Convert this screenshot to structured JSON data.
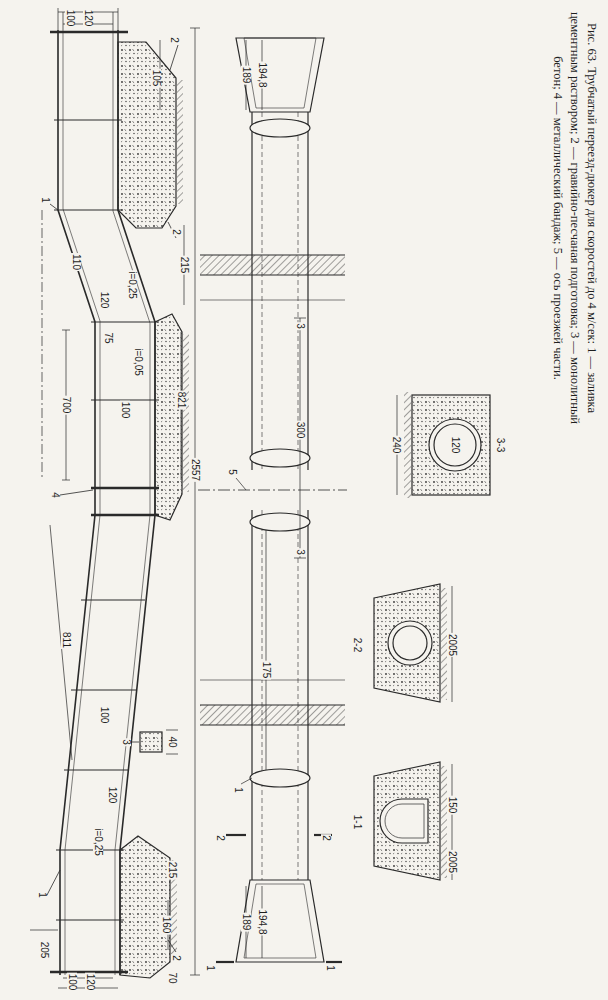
{
  "diagram": {
    "caption": "Рис. 63. Трубчатый переезд-дюкер для скоростей до 4 м/сек: 1 — заливка цементным раствором; 2 — гравийно-песчаная подготовка; 3 — монолитный бетон; 4 — металлический бандаж; 5 — ось проезжей части.",
    "labels": [
      "100",
      "120",
      "105",
      "2",
      "1",
      "2",
      "215",
      "110",
      "120",
      "i=0,25",
      "75",
      "i=0,05",
      "700",
      "100",
      "821",
      "2557",
      "4",
      "811",
      "100",
      "3",
      "40",
      "120",
      "i=0,25",
      "215",
      "1",
      "160",
      "205",
      "2",
      "70",
      "100",
      "120",
      "189",
      "194,8",
      "3",
      "300",
      "5",
      "3",
      "175",
      "1",
      "2",
      "2",
      "189",
      "194,8",
      "1",
      "1",
      "3-3",
      "120",
      "240",
      "2-2",
      "2005",
      "1-1",
      "150",
      "2005"
    ]
  }
}
